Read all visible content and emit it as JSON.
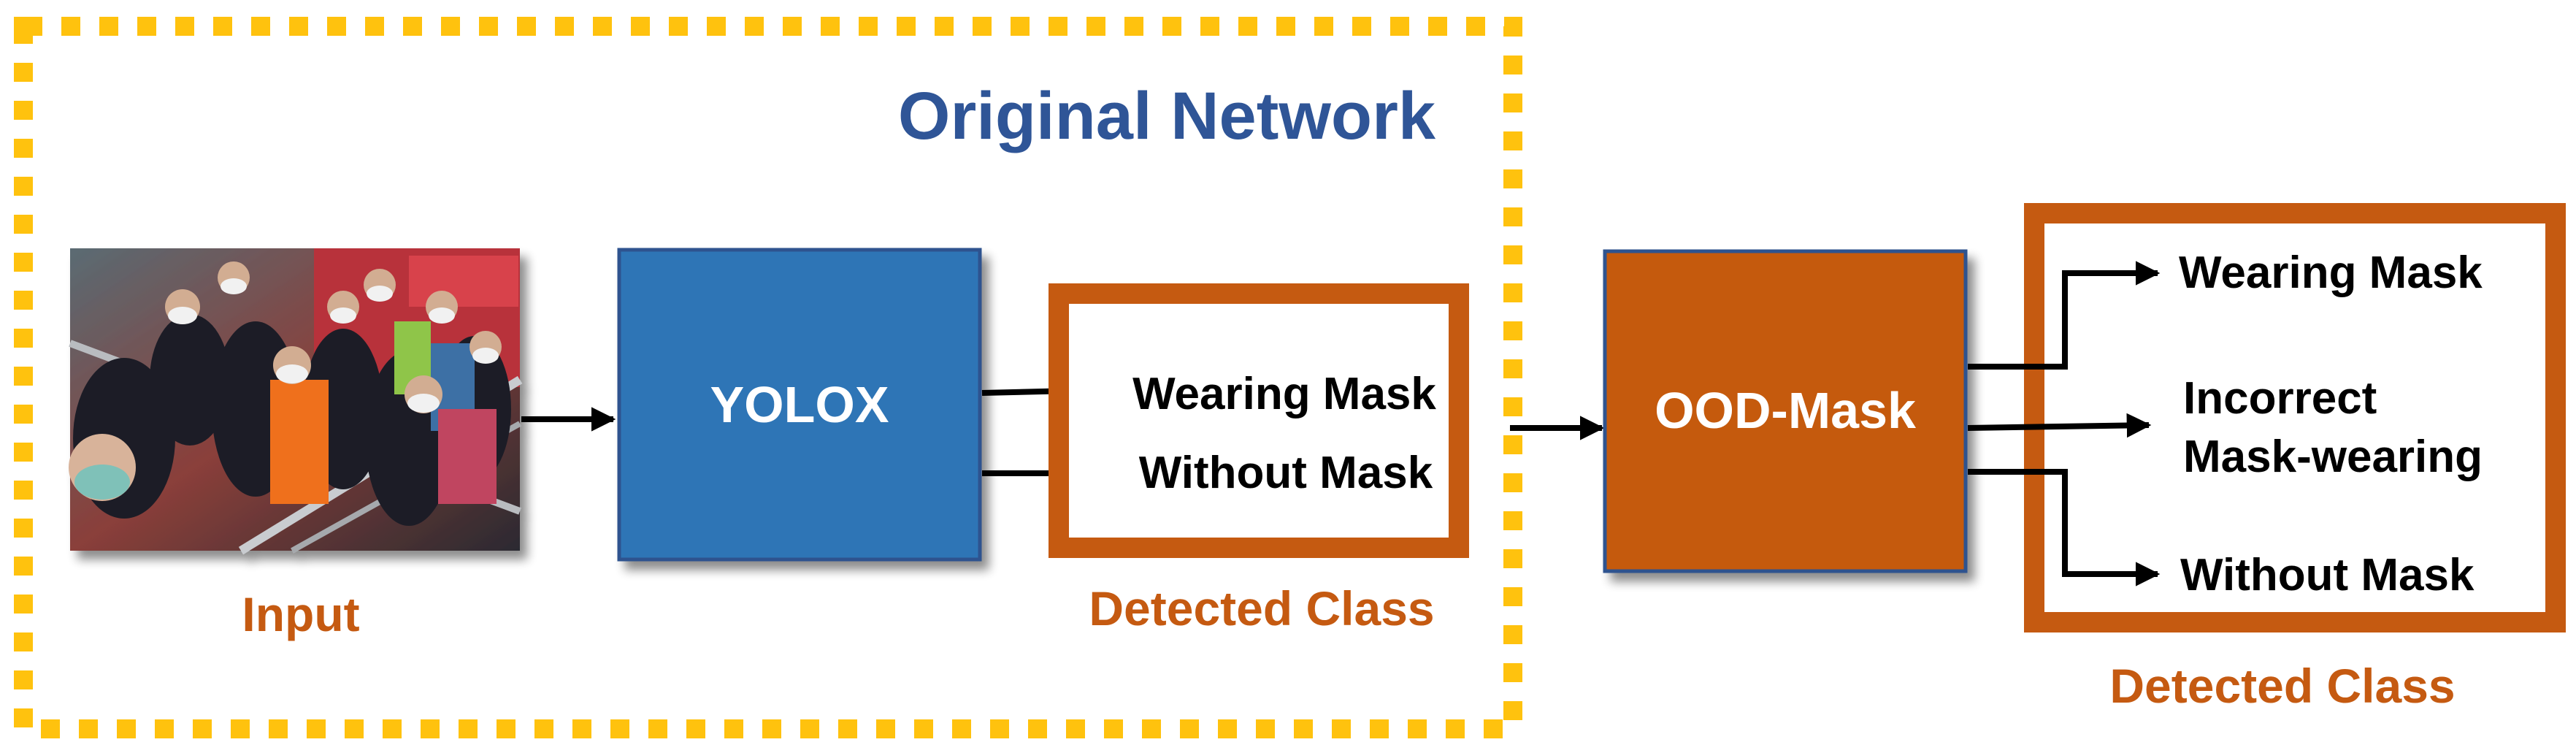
{
  "title": "Original Network",
  "input": {
    "label": "Input",
    "photo_description": "photo-of-crowd-wearing-masks"
  },
  "yolox": {
    "label": "YOLOX"
  },
  "first_output": {
    "classes": [
      "Wearing Mask",
      "Without Mask"
    ],
    "caption": "Detected Class"
  },
  "ood": {
    "label": "OOD-Mask"
  },
  "second_output": {
    "wearing": "Wearing Mask",
    "incorrect_line1": "Incorrect",
    "incorrect_line2": "Mask-wearing",
    "without": "Without Mask",
    "caption": "Detected Class"
  },
  "colors": {
    "dashed_border": "#FFC20E",
    "title": "#2F5597",
    "yolox_fill": "#2E75B6",
    "yolox_border": "#2F528F",
    "ood_fill": "#C55A11",
    "output_frame": "#C55A11",
    "caption": "#C55A11",
    "arrow": "#000000"
  }
}
